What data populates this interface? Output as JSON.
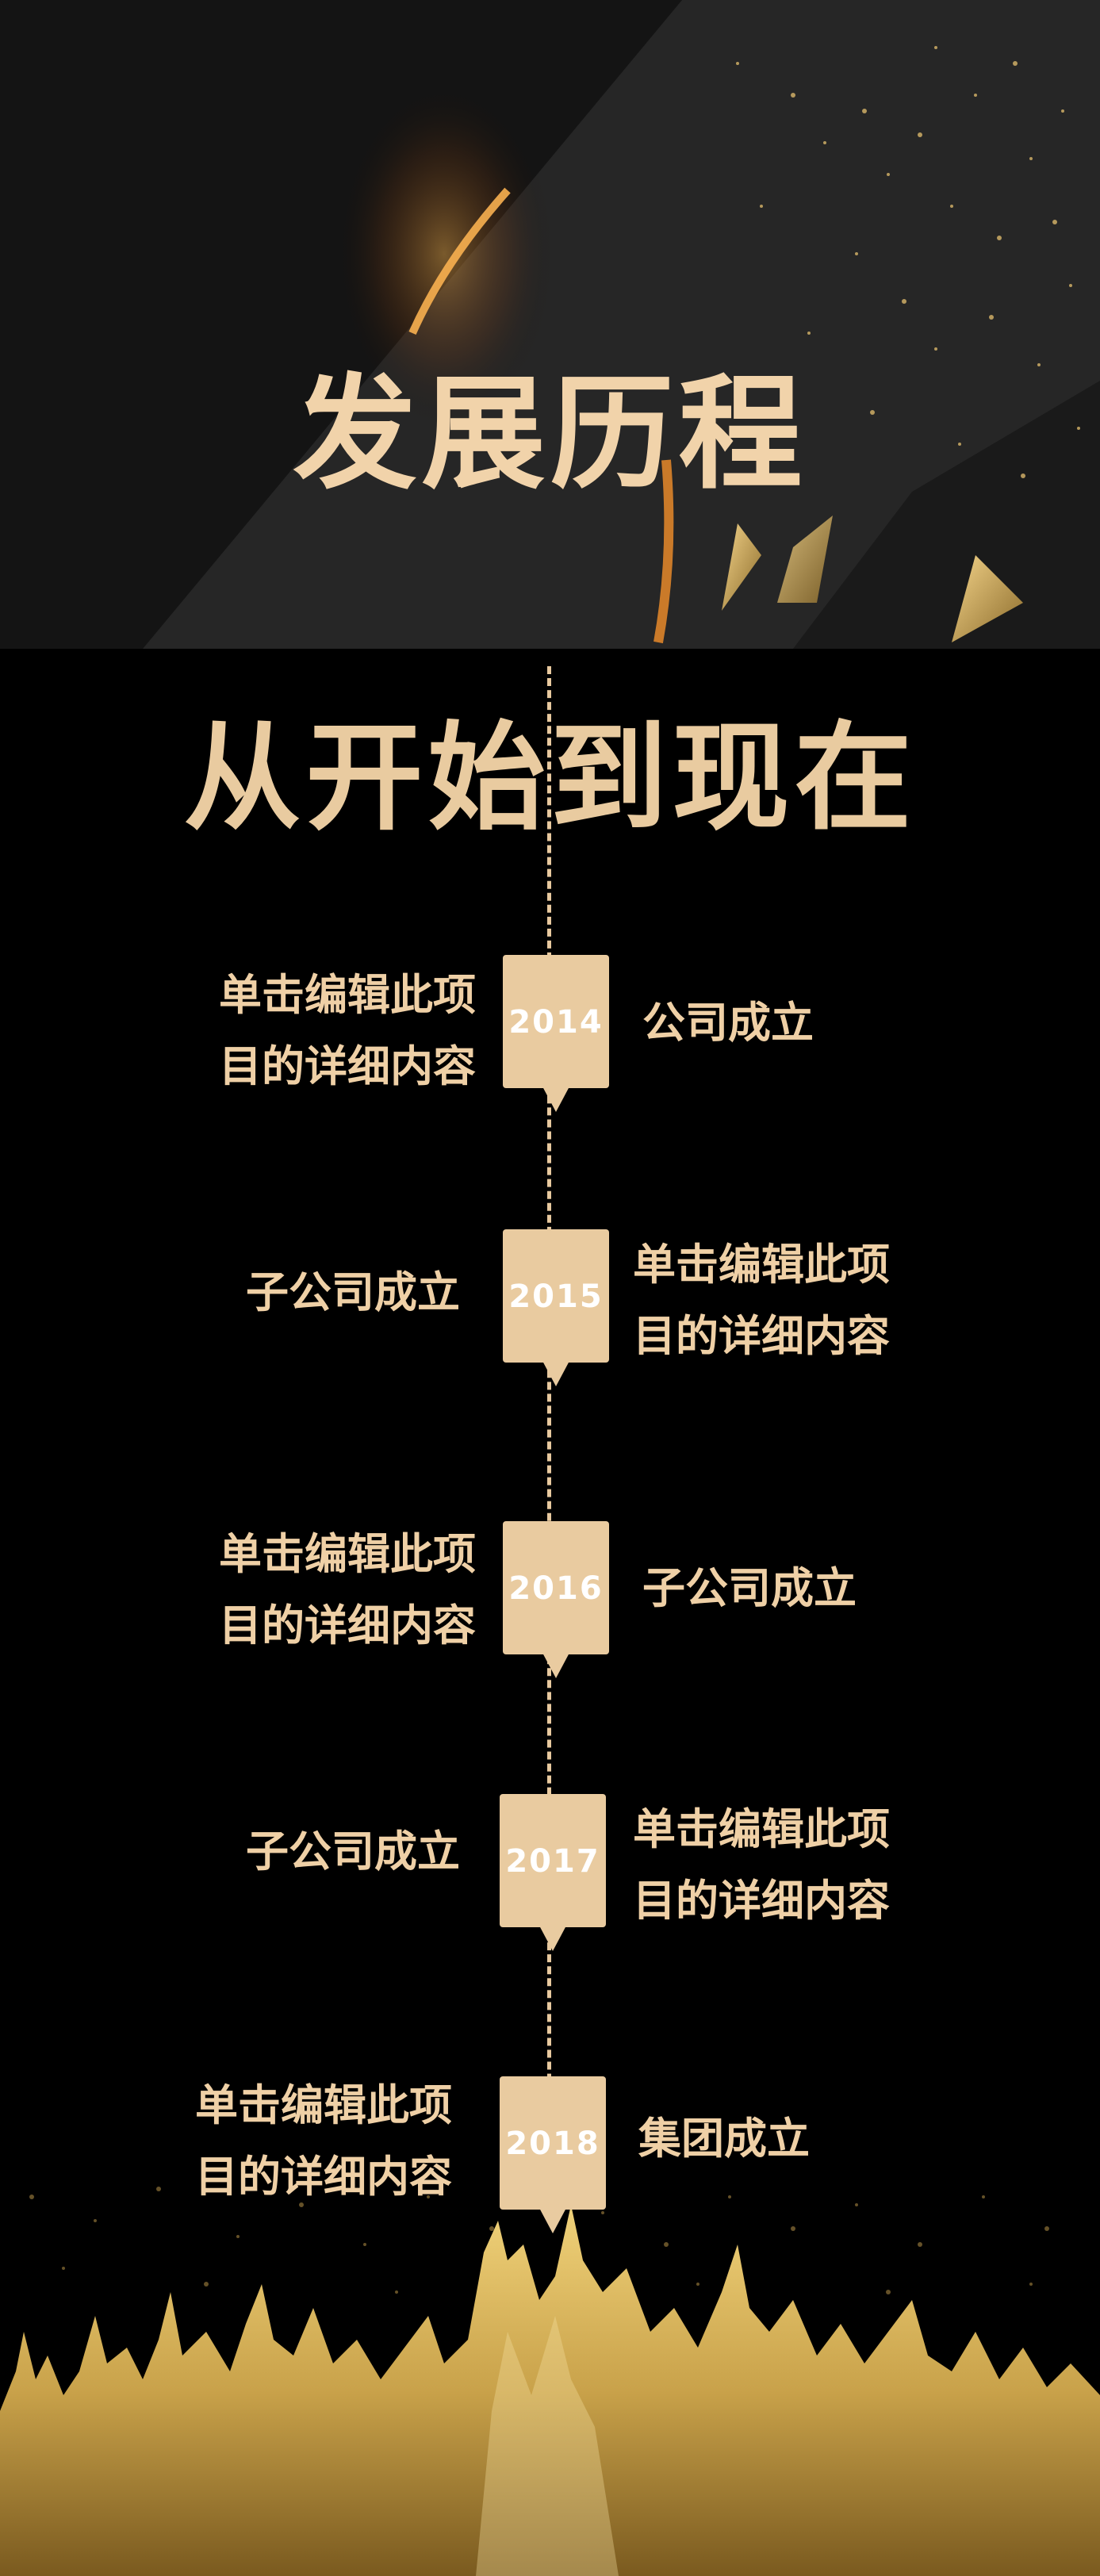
{
  "header": {
    "title": "发展历程",
    "subtitle": "从开始到现在"
  },
  "timeline": [
    {
      "year": "2014",
      "left": "单击编辑此项\n目的详细内容",
      "right": "公司成立"
    },
    {
      "year": "2015",
      "left": "子公司成立",
      "right": "单击编辑此项\n目的详细内容"
    },
    {
      "year": "2016",
      "left": "单击编辑此项\n目的详细内容",
      "right": "子公司成立"
    },
    {
      "year": "2017",
      "left": "子公司成立",
      "right": "单击编辑此项\n目的详细内容"
    },
    {
      "year": "2018",
      "left": "单击编辑此项\n目的详细内容",
      "right": "集团成立"
    }
  ],
  "colors": {
    "accent": "#e9cba0",
    "gold": "#c9a24a",
    "background": "#000000"
  },
  "decorations": [
    "gold-crowd-silhouette",
    "gold-glitter",
    "gold-crystal-shapes",
    "fire-streak"
  ]
}
